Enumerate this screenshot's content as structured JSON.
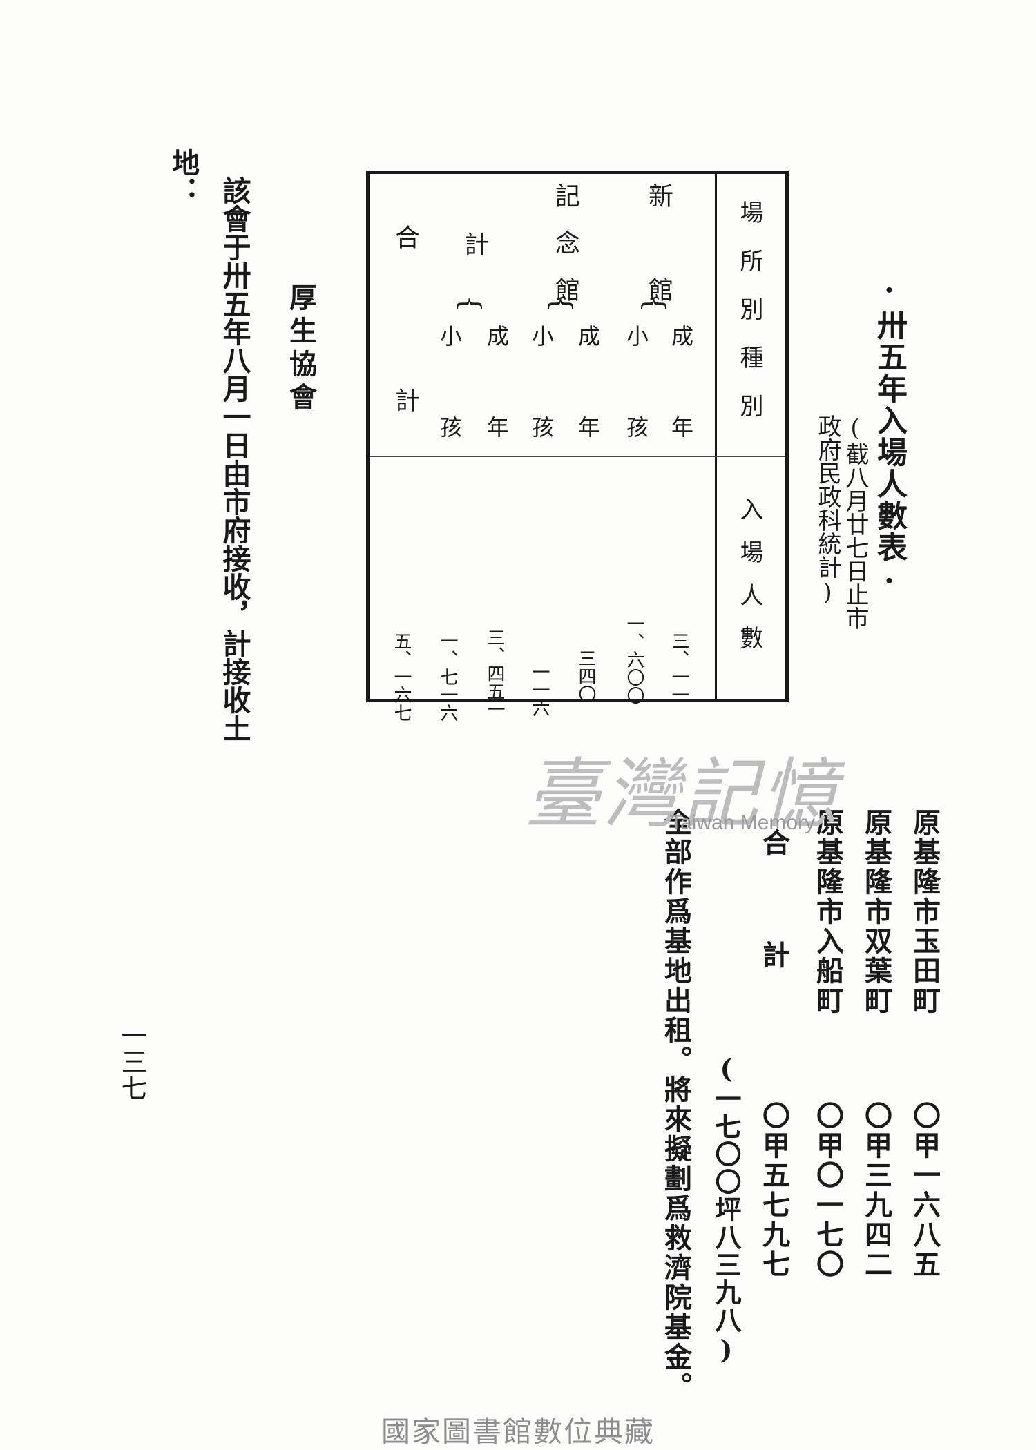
{
  "title": "·卅五年入場人數表·",
  "source_note": "(截八月廿七日止市政府民政科統計)",
  "table": {
    "header_place_type": "場所別種別",
    "header_count": "入場人數",
    "venue_new": "新館",
    "venue_memorial": "記念館",
    "subtotal_label": "計",
    "total_label": "合計",
    "adult": "成年",
    "child": "小孩",
    "values": {
      "new_adult": "三、一一",
      "new_child": "一、六〇〇",
      "memorial_adult": "三四〇",
      "memorial_child": "一一六",
      "subtotal_adult": "三、四五一",
      "subtotal_child": "一、七一六",
      "grand_total": "五、一六七"
    }
  },
  "land_list": [
    {
      "place": "原基隆市玉田町",
      "value": "〇甲一六八五"
    },
    {
      "place": "原基隆市双葉町",
      "value": "〇甲三九四二"
    },
    {
      "place": "原基隆市入船町",
      "value": "〇甲〇一七〇"
    },
    {
      "place": "合　　計",
      "value": "〇甲五七九七"
    }
  ],
  "area_note": "(一七〇〇坪八三九八)",
  "land_note": "全部作爲基地出租。將來擬劃爲救濟院基金。",
  "section_title": "厚生協會",
  "section_body": "該會于卅五年八月一日由市府接收，計接收土",
  "section_end": "地：",
  "page_number": "一三七",
  "watermark_cn": "臺灣記憶",
  "watermark_en": "Taiwan Memory",
  "footer": "國家圖書館數位典藏"
}
